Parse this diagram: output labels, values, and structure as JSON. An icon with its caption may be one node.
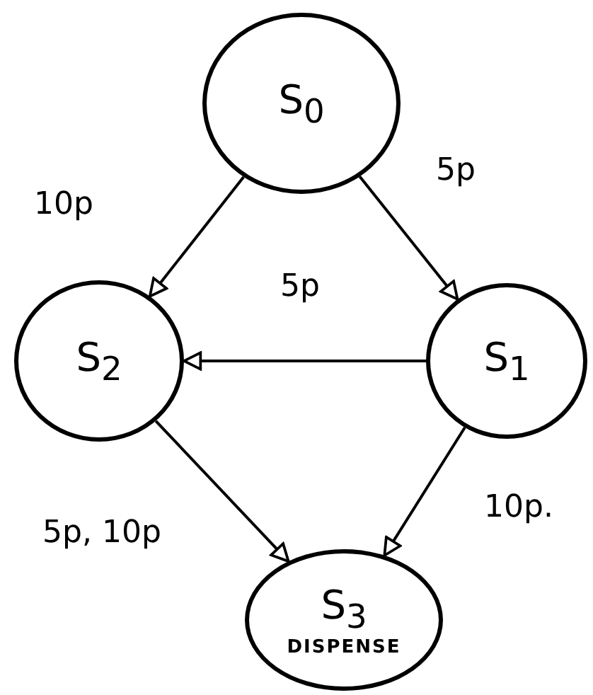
{
  "diagram": {
    "nodes": [
      {
        "text": [
          "S$_{0}$"
        ]
      },
      {
        "text": [
          "S$_{2}$"
        ]
      },
      {
        "text": [
          "S$_{1}$"
        ]
      },
      {
        "text": [
          "S$_{3}$",
          "DISPENSE"
        ]
      }
    ],
    "edges": [
      {
        "from": 0,
        "to": 1,
        "label": "10p",
        "arrow": "to"
      },
      {
        "from": 0,
        "to": 2,
        "label": "5p",
        "arrow": "to"
      },
      {
        "from": 2,
        "to": 1,
        "label": "5p",
        "arrow": "to"
      },
      {
        "from": 1,
        "to": 3,
        "label": "5p, 10p",
        "arrow": "to"
      },
      {
        "from": 2,
        "to": 3,
        "label": "10p.",
        "arrow": "to"
      }
    ]
  }
}
